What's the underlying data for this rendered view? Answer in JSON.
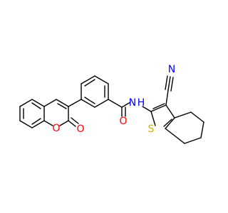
{
  "molecule": {
    "atoms": {
      "o_carbonyl_amide": {
        "text": "O",
        "color": "#ff0000"
      },
      "n_amide": {
        "text": "N",
        "color": "#0000ff"
      },
      "h_amide": {
        "text": "H",
        "color": "#0000ff"
      },
      "s_thiophene": {
        "text": "S",
        "color": "#c8b400"
      },
      "n_nitrile": {
        "text": "N",
        "color": "#0000ff"
      },
      "o_ring_coumarin": {
        "text": "O",
        "color": "#ff0000"
      },
      "o_carbonyl_coumarin": {
        "text": "O",
        "color": "#ff0000"
      }
    }
  }
}
